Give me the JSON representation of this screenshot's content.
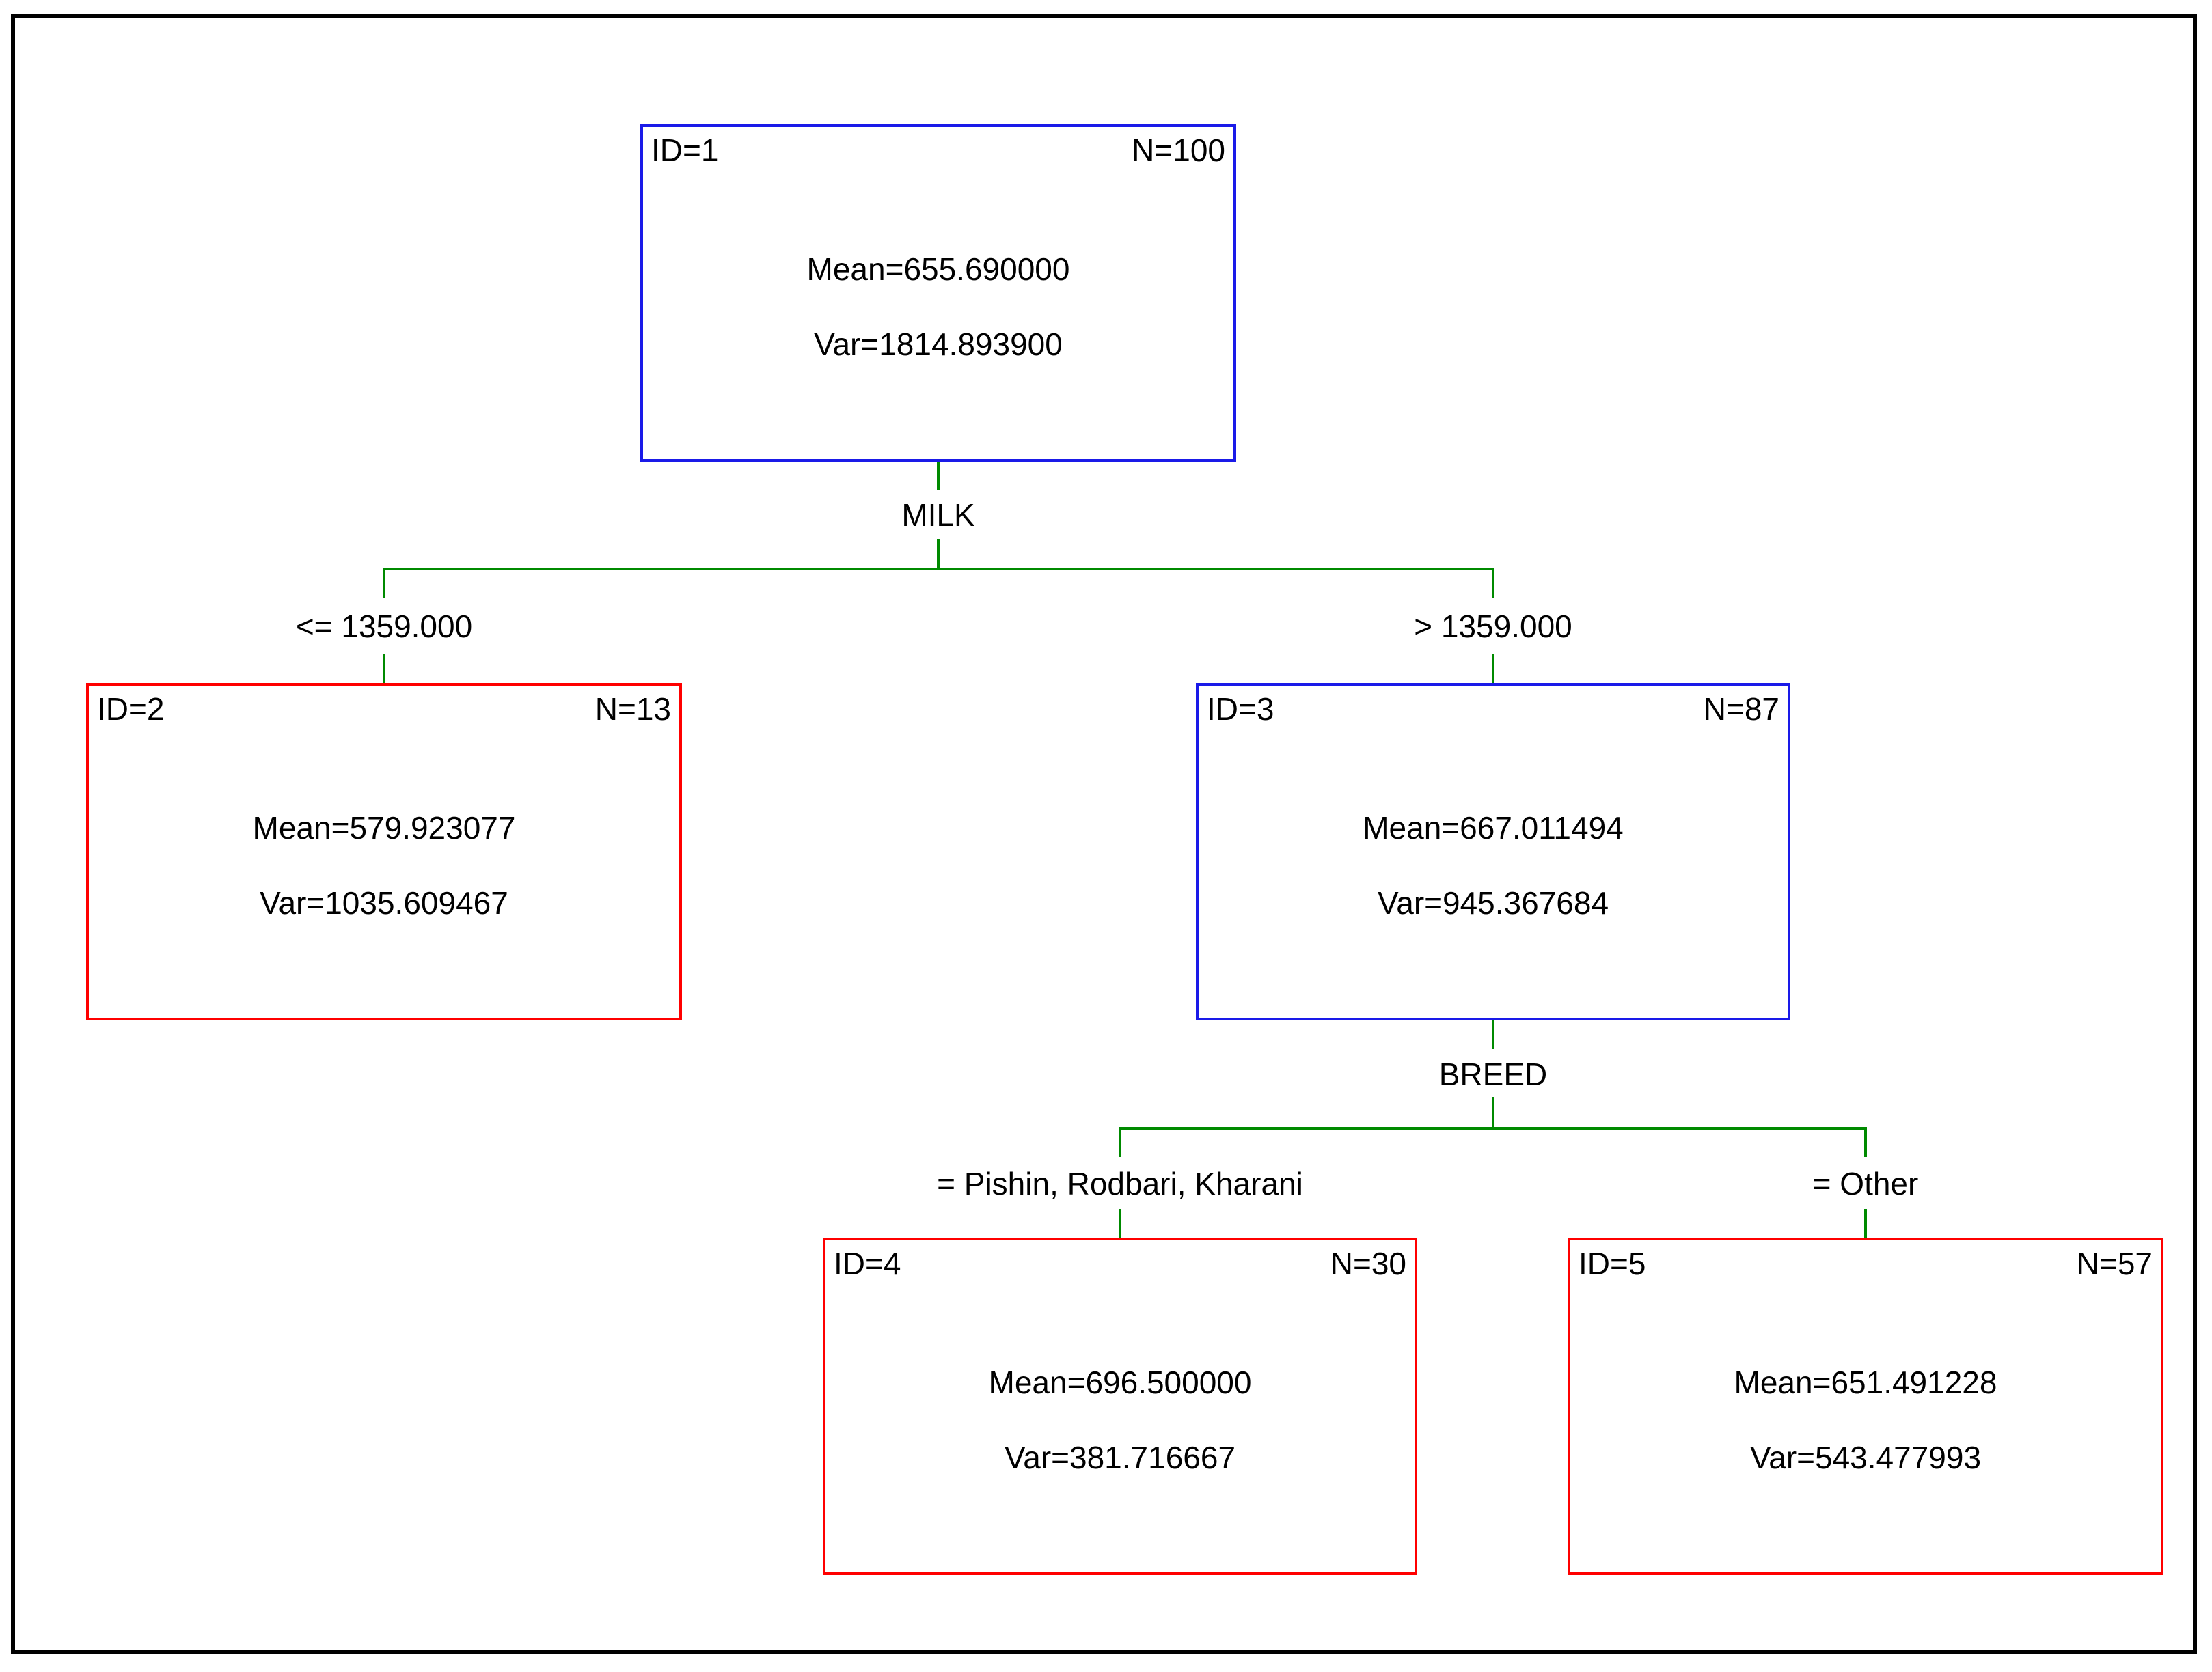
{
  "colors": {
    "split-node-border": "#1a1ae8",
    "terminal-node-border": "#ff0000",
    "connector": "#008a00",
    "frame": "#000000",
    "text": "#000000",
    "background": "#ffffff"
  },
  "nodes": {
    "node1": {
      "id": "ID=1",
      "n": "N=100",
      "mean": "Mean=655.690000",
      "var": "Var=1814.893900",
      "type": "split"
    },
    "node2": {
      "id": "ID=2",
      "n": "N=13",
      "mean": "Mean=579.923077",
      "var": "Var=1035.609467",
      "type": "terminal"
    },
    "node3": {
      "id": "ID=3",
      "n": "N=87",
      "mean": "Mean=667.011494",
      "var": "Var=945.367684",
      "type": "split"
    },
    "node4": {
      "id": "ID=4",
      "n": "N=30",
      "mean": "Mean=696.500000",
      "var": "Var=381.716667",
      "type": "terminal"
    },
    "node5": {
      "id": "ID=5",
      "n": "N=57",
      "mean": "Mean=651.491228",
      "var": "Var=543.477993",
      "type": "terminal"
    }
  },
  "splits": {
    "split1": {
      "variable": "MILK",
      "left": "<= 1359.000",
      "right": "> 1359.000"
    },
    "split2": {
      "variable": "BREED",
      "left": "= Pishin, Rodbari, Kharani",
      "right": "= Other"
    }
  }
}
